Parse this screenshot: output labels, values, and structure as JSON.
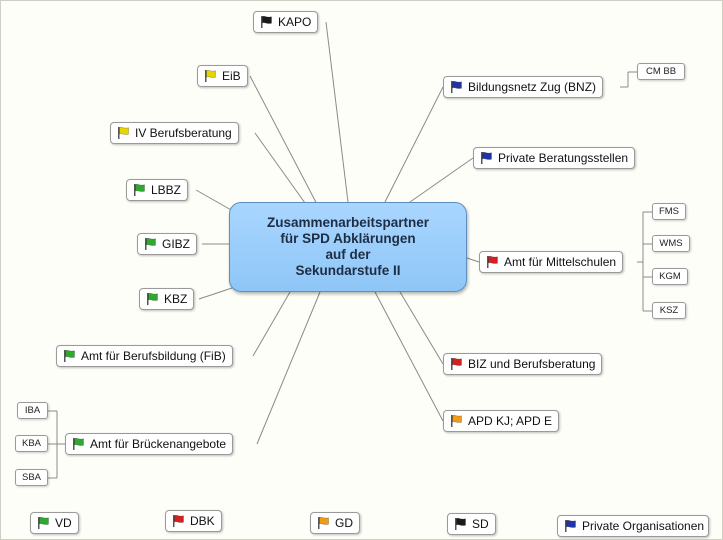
{
  "central_topic": "Zusammenarbeitspartner\nfür SPD Abklärungen\nauf der\nSekundarstufe II",
  "flag_colors": {
    "black": "#1a1a1a",
    "yellow": "#e8d400",
    "green": "#2fa82f",
    "blue": "#2233aa",
    "red": "#d42020",
    "orange": "#f09a1a"
  },
  "branches": {
    "kapo": {
      "label": "KAPO",
      "flag": "black"
    },
    "eib": {
      "label": "EiB",
      "flag": "yellow"
    },
    "iv_berufsberatung": {
      "label": "IV Berufsberatung",
      "flag": "yellow"
    },
    "lbbz": {
      "label": "LBBZ",
      "flag": "green"
    },
    "gibz": {
      "label": "GIBZ",
      "flag": "green"
    },
    "kbz": {
      "label": "KBZ",
      "flag": "green"
    },
    "fib": {
      "label": "Amt für Berufsbildung (FiB)",
      "flag": "green"
    },
    "brueckenangebote": {
      "label": "Amt für Brückenangebote",
      "flag": "green",
      "children": [
        "IBA",
        "KBA",
        "SBA"
      ]
    },
    "bnz": {
      "label": "Bildungsnetz Zug (BNZ)",
      "flag": "blue",
      "children": [
        "CM BB"
      ]
    },
    "private_beratung": {
      "label": "Private Beratungsstellen",
      "flag": "blue"
    },
    "mittelschulen": {
      "label": "Amt für Mittelschulen",
      "flag": "red",
      "children": [
        "FMS",
        "WMS",
        "KGM",
        "KSZ"
      ]
    },
    "biz": {
      "label": "BIZ und Berufsberatung",
      "flag": "red"
    },
    "apd": {
      "label": "APD KJ; APD E",
      "flag": "orange"
    }
  },
  "legend": [
    {
      "label": "VD",
      "flag": "green"
    },
    {
      "label": "DBK",
      "flag": "red"
    },
    {
      "label": "GD",
      "flag": "orange"
    },
    {
      "label": "SD",
      "flag": "black"
    },
    {
      "label": "Private Organisationen",
      "flag": "blue"
    }
  ]
}
